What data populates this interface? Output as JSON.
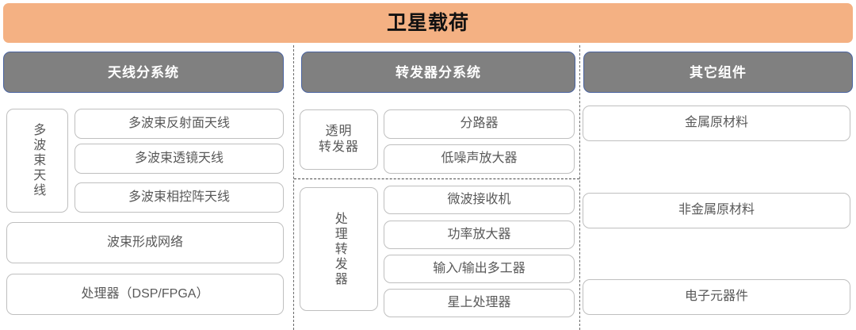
{
  "title": {
    "text": "卫星载荷",
    "background_color": "#F4B183",
    "text_color": "#111111"
  },
  "columns": [
    {
      "id": "antenna-subsystem",
      "header": "天线分系统",
      "header_background": "#808080",
      "header_border": "#4A63A0",
      "header_text_color": "#FFFFFF"
    },
    {
      "id": "transponder-subsystem",
      "header": "转发器分系统",
      "header_background": "#808080",
      "header_border": "#4A63A0",
      "header_text_color": "#FFFFFF"
    },
    {
      "id": "other-components",
      "header": "其它组件",
      "header_background": "#808080",
      "header_border": "#4A63A0",
      "header_text_color": "#FFFFFF"
    }
  ],
  "antenna_subsystem": {
    "group_label": "多波束天线",
    "group_items": [
      "多波束反射面天线",
      "多波束透镜天线",
      "多波束相控阵天线"
    ],
    "standalone_items": [
      "波束形成网络",
      "处理器（DSP/FPGA）"
    ]
  },
  "transponder_subsystem": {
    "groups": [
      {
        "label_line1": "透明",
        "label_line2": "转发器",
        "label": "透明转发器",
        "items": [
          "分路器",
          "低噪声放大器"
        ]
      },
      {
        "label": "处理转发器",
        "items": [
          "微波接收机",
          "功率放大器",
          "输入/输出多工器",
          "星上处理器"
        ]
      }
    ]
  },
  "other_components": {
    "items": [
      "金属原材料",
      "非金属原材料",
      "电子元器件"
    ]
  },
  "style": {
    "node_border_color": "#BFBFBF",
    "node_text_color": "#595959",
    "divider_color": "#6B6B6B"
  }
}
